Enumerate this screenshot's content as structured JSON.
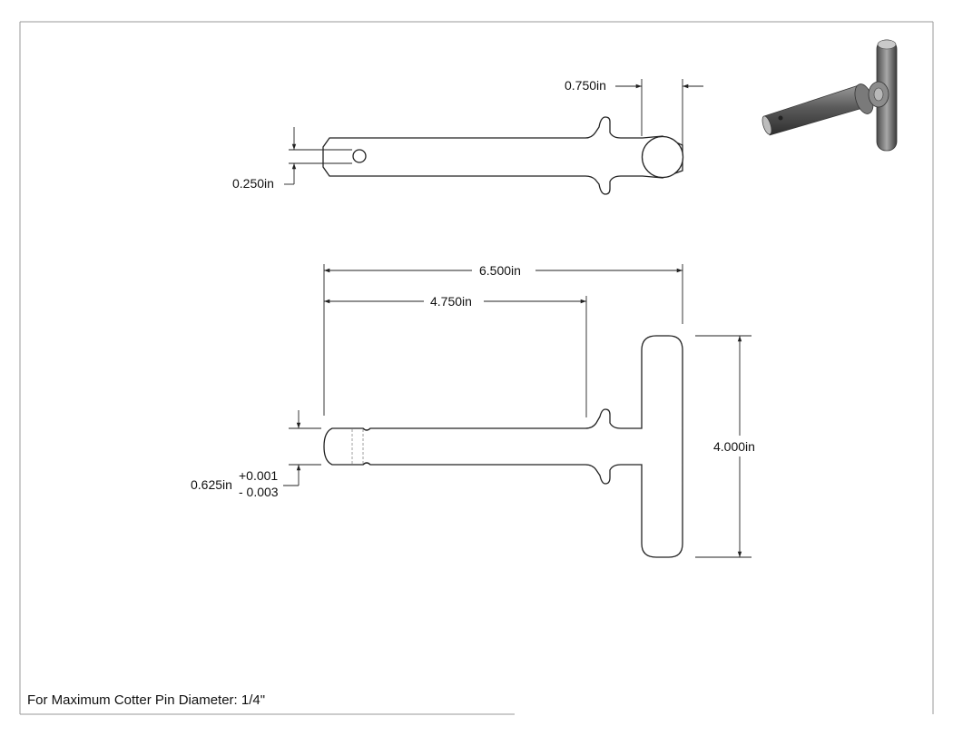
{
  "dimensions": {
    "head_diameter": "0.750in",
    "hole_diameter": "0.250in",
    "overall_length": "6.500in",
    "shank_length": "4.750in",
    "handle_length": "4.000in",
    "shank_diameter": "0.625in",
    "tolerance_plus": "+0.001",
    "tolerance_minus": "- 0.003"
  },
  "notes": {
    "cotter_pin": "For Maximum Cotter Pin Diameter: 1/4\""
  },
  "colors": {
    "line": "#222222",
    "frame": "#9a9a9a",
    "render_body": "#6e6e6e"
  }
}
